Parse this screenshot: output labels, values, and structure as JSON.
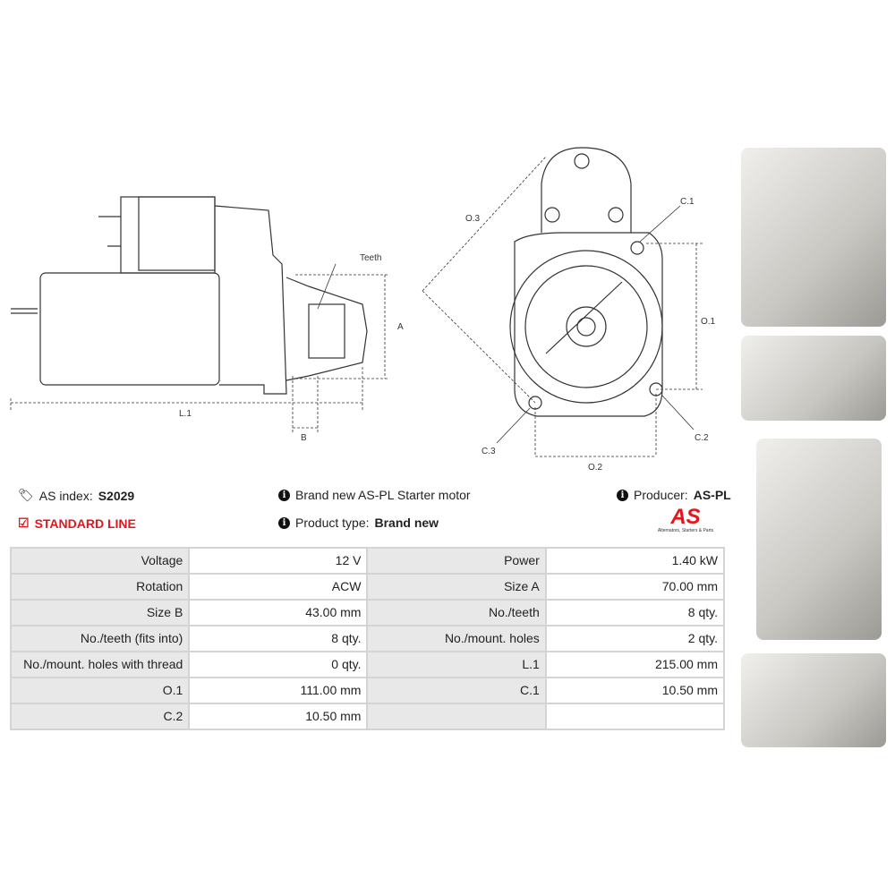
{
  "diagram": {
    "labels": {
      "teeth": "Teeth",
      "a": "A",
      "b": "B",
      "l1": "L.1",
      "o1": "O.1",
      "o2": "O.2",
      "o3": "O.3",
      "c1": "C.1",
      "c2": "C.2",
      "c3": "C.3"
    }
  },
  "info": {
    "as_index_label": "AS index:",
    "as_index_value": "S2029",
    "line": "STANDARD LINE",
    "description": "Brand new AS-PL Starter motor",
    "product_type_label": "Product type:",
    "product_type_value": "Brand new",
    "producer_label": "Producer:",
    "producer_value": "AS-PL",
    "logo_text": "AS",
    "logo_tagline": "Alternators, Starters & Parts"
  },
  "specs": [
    [
      "Voltage",
      "12 V",
      "Power",
      "1.40 kW"
    ],
    [
      "Rotation",
      "ACW",
      "Size A",
      "70.00 mm"
    ],
    [
      "Size B",
      "43.00 mm",
      "No./teeth",
      "8 qty."
    ],
    [
      "No./teeth (fits into)",
      "8 qty.",
      "No./mount. holes",
      "2 qty."
    ],
    [
      "No./mount. holes with thread",
      "0 qty.",
      "L.1",
      "215.00 mm"
    ],
    [
      "O.1",
      "111.00 mm",
      "C.1",
      "10.50 mm"
    ],
    [
      "C.2",
      "10.50 mm",
      "",
      ""
    ]
  ],
  "colors": {
    "accent": "#e3161b"
  }
}
